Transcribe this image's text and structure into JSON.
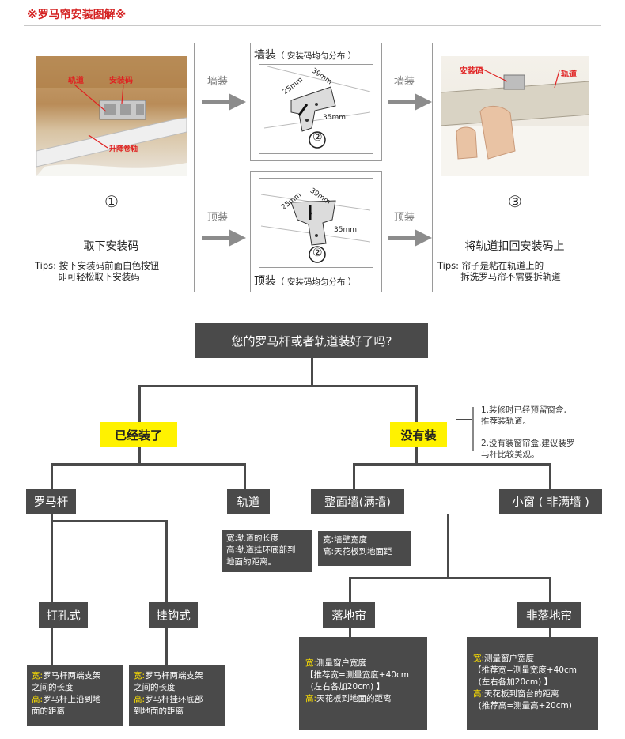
{
  "header": {
    "title": "※罗马帘安装图解※"
  },
  "step1": {
    "photo_labels": {
      "track": "轨道",
      "code": "安装码",
      "shaft": "升降卷轴"
    },
    "number": "①",
    "caption": "取下安装码",
    "tips": "Tips: 按下安装码前面白色按钮\n        即可轻松取下安装码"
  },
  "step2_wall": {
    "title": "墙装",
    "subtitle": "（ 安装码均匀分布 ）",
    "arrow_label": "墙装",
    "dims": {
      "a": "25mm",
      "b": "39mm",
      "c": "35mm"
    },
    "number": "②"
  },
  "step2_top": {
    "title": "顶装",
    "subtitle": "（ 安装码均匀分布 ）",
    "arrow_label": "顶装",
    "dims": {
      "a": "25mm",
      "b": "39mm",
      "c": "35mm"
    },
    "number": "②"
  },
  "arrows_right": {
    "wall": "墙装",
    "top": "顶装"
  },
  "step3": {
    "photo_labels": {
      "code": "安装码",
      "track": "轨道"
    },
    "number": "③",
    "caption": "将轨道扣回安装码上",
    "tips": "Tips: 帘子是粘在轨道上的\n        拆洗罗马帘不需要拆轨道"
  },
  "flow": {
    "question": "您的罗马杆或者轨道装好了吗?",
    "installed": "已经装了",
    "not_installed": "没有装",
    "notes": "1.装修时已经预留窗盒,\n推荐装轨道。\n\n2.没有装窗帘盒,建议装罗\n马杆比较美观。",
    "rod": "罗马杆",
    "track": "轨道",
    "full_wall": "整面墙(满墙)",
    "small_window": "小窗 ( 非满墙 )",
    "track_info": "宽:轨道的长度\n高:轨道挂环底部到\n地面的距离。",
    "wall_info": "宽:墙壁宽度\n高:天花板到地面距",
    "punch": "打孔式",
    "hook": "挂钩式",
    "floor": "落地帘",
    "non_floor": "非落地帘",
    "punch_info": {
      "w_key": "宽:",
      "w_val": "罗马杆两端支架\n之间的长度",
      "h_key": "高:",
      "h_val": "罗马杆上沿到地\n面的距离"
    },
    "hook_info": {
      "w_key": "宽:",
      "w_val": "罗马杆两端支架\n之间的长度",
      "h_key": "高:",
      "h_val": "罗马杆挂环底部\n到地面的距离"
    },
    "floor_info": {
      "w_key": "宽:",
      "w_val": "测量窗户宽度\n【推荐宽=测量宽度+40cm\n  (左右各加20cm) 】",
      "h_key": "高:",
      "h_val": "天花板到地面的距离"
    },
    "non_floor_info": {
      "w_key": "宽:",
      "w_val": "测量窗户宽度\n【推荐宽=测量宽度+40cm\n  (左右各加20cm) 】",
      "h_key": "高:",
      "h_val": "天花板到窗台的距离\n  (推荐高=测量高+20cm) "
    }
  }
}
